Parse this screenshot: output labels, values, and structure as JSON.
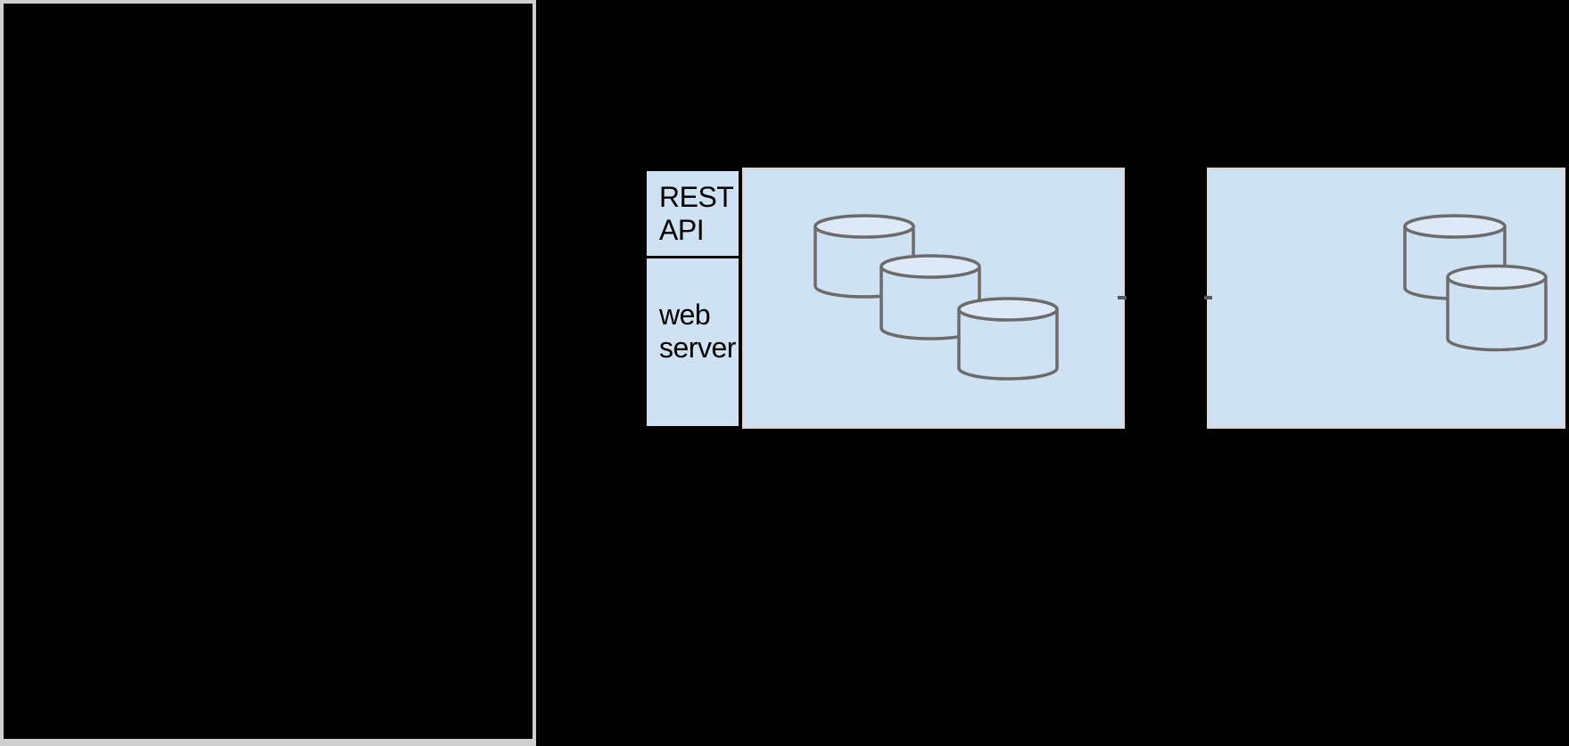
{
  "diagram": {
    "background_color": "#000000",
    "left_panel": {
      "description": "empty-black-framed-panel",
      "border_color": "#cfcfcf"
    },
    "api_table": {
      "fill_color": "#cfe2f3",
      "border_color": "#000000",
      "cells": [
        {
          "label": "REST\nAPI"
        },
        {
          "label": "web\nserver"
        }
      ]
    },
    "groups": [
      {
        "name": "web-server-cluster-left",
        "fill_color": "#cfe2f3",
        "border_color": "#d9d9d9",
        "database_count": 3
      },
      {
        "name": "database-cluster-right",
        "fill_color": "#cfe2f3",
        "border_color": "#d9d9d9",
        "database_count": 2
      }
    ],
    "database_icon_style": {
      "stroke_color": "#6b6b6b",
      "body_fill": "#cfe2f3",
      "top_fill": "#dde9f7"
    },
    "connector": {
      "color": "#5a5a5a"
    }
  }
}
